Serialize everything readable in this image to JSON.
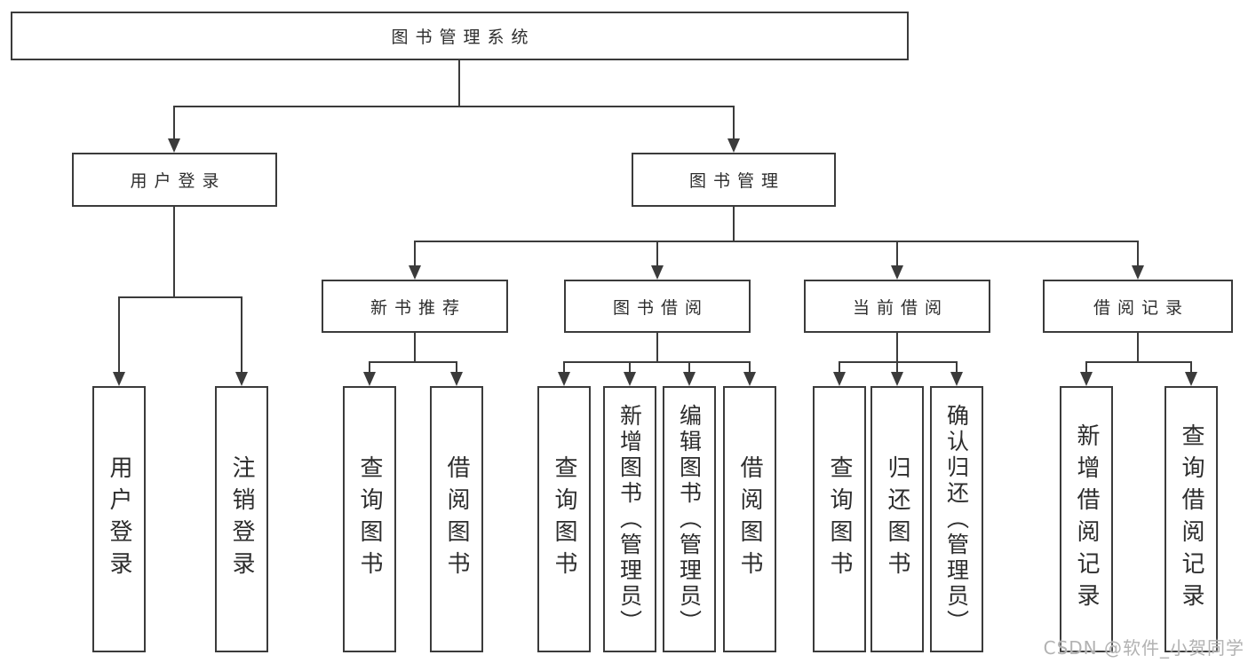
{
  "diagram": {
    "root": "图书管理系统",
    "level1": {
      "user_login": "用户登录",
      "book_mgmt": "图书管理"
    },
    "level2": {
      "new_book_rec": "新书推荐",
      "book_borrow": "图书借阅",
      "current_borrow": "当前借阅",
      "borrow_records": "借阅记录"
    },
    "leaves": {
      "user_login": "用户登录",
      "logout": "注销登录",
      "query_book_1": "查询图书",
      "borrow_book_1": "借阅图书",
      "query_book_2": "查询图书",
      "add_book": "新增图书（管理员）",
      "edit_book": "编辑图书（管理员）",
      "borrow_book_2": "借阅图书",
      "query_book_3": "查询图书",
      "return_book": "归还图书",
      "confirm_return": "确认归还（管理员）",
      "add_record": "新增借阅记录",
      "query_record": "查询借阅记录"
    }
  },
  "watermark": "CSDN @软件_小贺同学",
  "colors": {
    "line": "#3b3b3b",
    "text": "#2d2d2d",
    "watermark": "#b2b2b2",
    "background": "#ffffff"
  }
}
